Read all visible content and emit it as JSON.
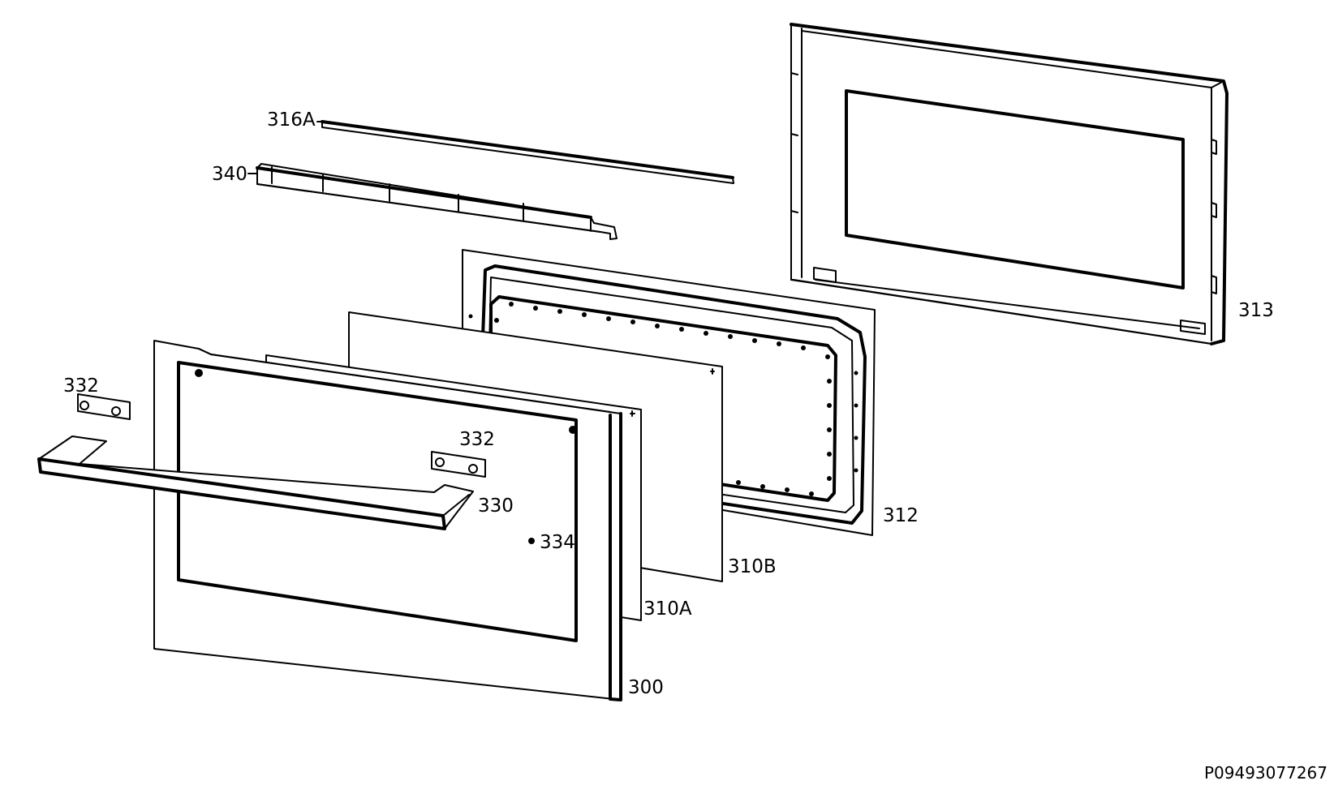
{
  "labels": {
    "p316A": "316A",
    "p340": "340",
    "p313": "313",
    "p312": "312",
    "p332_left": "332",
    "p332_right": "332",
    "p330": "330",
    "p334": "334",
    "p310B": "310B",
    "p310A": "310A",
    "p300": "300"
  },
  "document_code": "P09493077267"
}
